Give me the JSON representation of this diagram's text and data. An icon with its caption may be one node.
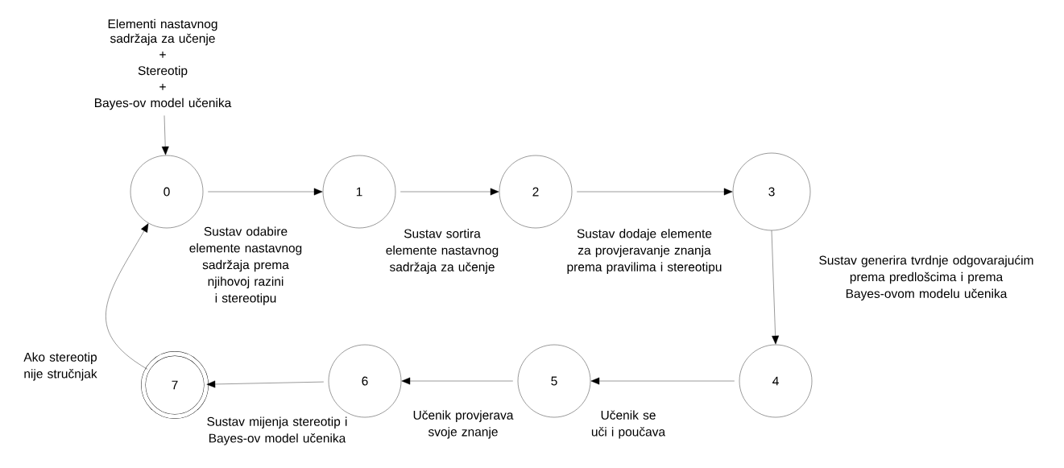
{
  "diagram": {
    "nodes": [
      {
        "text": [
          "Elementi nastavnog sadržaja za učenje",
          "+",
          "Stereotip",
          "+",
          "Bayes-ov model učenika"
        ]
      },
      {
        "text": [
          "0"
        ]
      },
      {
        "text": [
          "1"
        ]
      },
      {
        "text": [
          "2"
        ]
      },
      {
        "text": [
          "3"
        ]
      },
      {
        "text": [
          "4"
        ]
      },
      {
        "text": [
          "5"
        ]
      },
      {
        "text": [
          "6"
        ]
      },
      {
        "text": [
          "7"
        ]
      }
    ],
    "edges": [
      {
        "from": 0,
        "to": 1,
        "arrow": "to"
      },
      {
        "from": 1,
        "to": 2,
        "arrow": "to",
        "label": "Sustav odabire elemente nastavnog sadržaja prema njihovoj razini i stereotipu"
      },
      {
        "from": 2,
        "to": 3,
        "arrow": "to",
        "label": "Sustav sortira elemente nastavnog sadržaja za učenje"
      },
      {
        "from": 3,
        "to": 4,
        "arrow": "to",
        "label": "Sustav dodaje elemente za provjeravanje znanja prema pravilima i stereotipu"
      },
      {
        "from": 4,
        "to": 5,
        "arrow": "to",
        "label": "Sustav generira tvrdnje odgovarajućim prema predlošcima i prema Bayes-ovom modelu učenika"
      },
      {
        "from": 5,
        "to": 6,
        "arrow": "to",
        "label": "Učenik se uči i poučava"
      },
      {
        "from": 6,
        "to": 7,
        "arrow": "to",
        "label": "Učenik provjerava svoje znanje"
      },
      {
        "from": 7,
        "to": 8,
        "arrow": "to",
        "label": "Sustav mijenja stereotip i Bayes-ov model učenika"
      },
      {
        "from": 8,
        "to": 1,
        "arrow": "to",
        "label": "Ako stereotip nije stručnjak"
      }
    ]
  }
}
